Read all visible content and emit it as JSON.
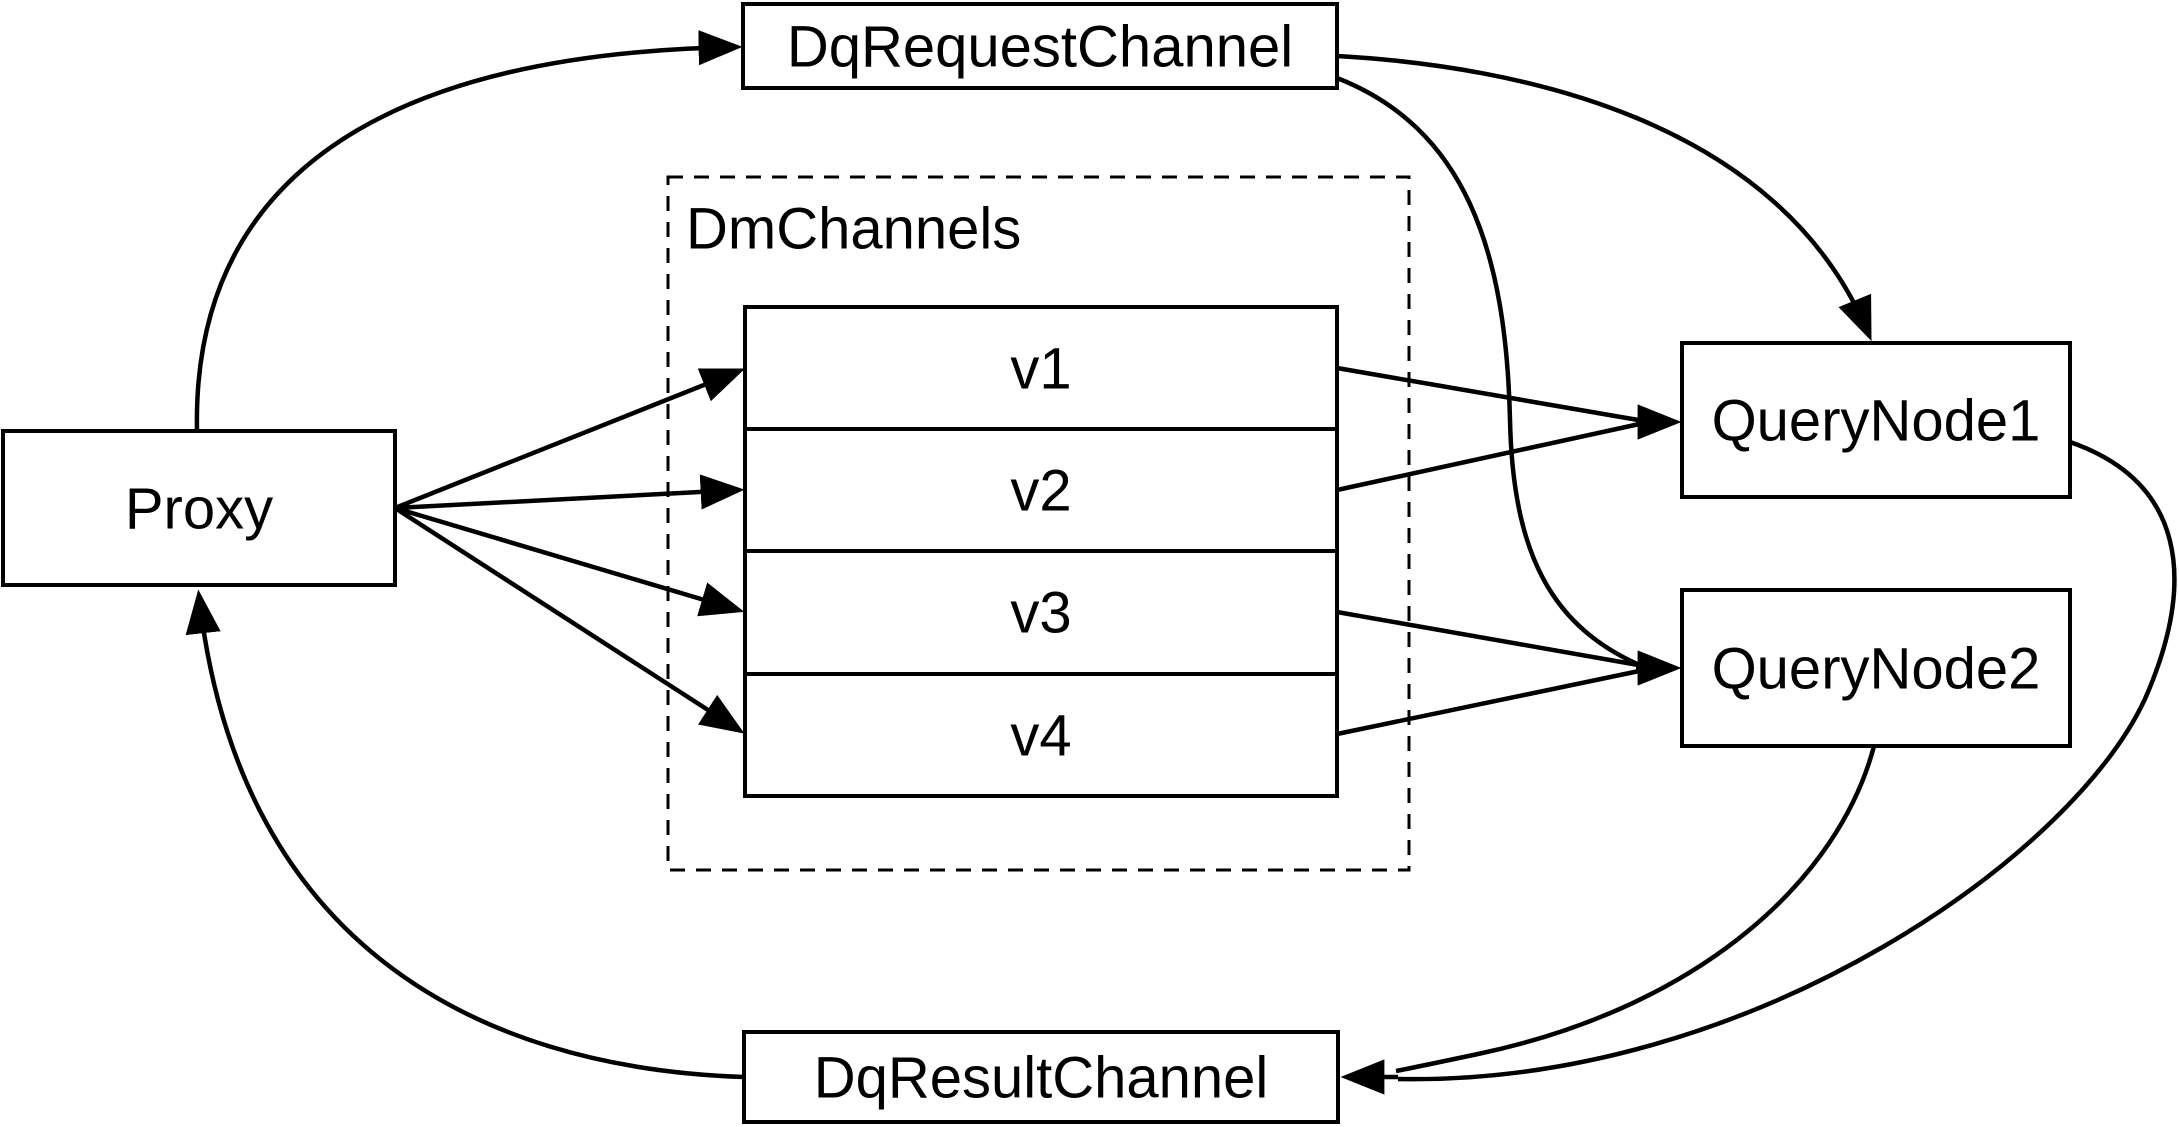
{
  "diagram": {
    "nodes": {
      "proxy": {
        "label": "Proxy"
      },
      "dq_request_channel": {
        "label": "DqRequestChannel"
      },
      "dm_channels": {
        "label": "DmChannels",
        "channels": [
          "v1",
          "v2",
          "v3",
          "v4"
        ]
      },
      "query_node_1": {
        "label": "QueryNode1"
      },
      "query_node_2": {
        "label": "QueryNode2"
      },
      "dq_result_channel": {
        "label": "DqResultChannel"
      }
    },
    "edges": [
      {
        "from": "Proxy",
        "to": "DqRequestChannel"
      },
      {
        "from": "Proxy",
        "to": "v1"
      },
      {
        "from": "Proxy",
        "to": "v2"
      },
      {
        "from": "Proxy",
        "to": "v3"
      },
      {
        "from": "Proxy",
        "to": "v4"
      },
      {
        "from": "v1",
        "to": "QueryNode1"
      },
      {
        "from": "v2",
        "to": "QueryNode1"
      },
      {
        "from": "v3",
        "to": "QueryNode2"
      },
      {
        "from": "v4",
        "to": "QueryNode2"
      },
      {
        "from": "DqRequestChannel",
        "to": "QueryNode1"
      },
      {
        "from": "DqRequestChannel",
        "to": "QueryNode2"
      },
      {
        "from": "QueryNode1",
        "to": "DqResultChannel"
      },
      {
        "from": "QueryNode2",
        "to": "DqResultChannel"
      },
      {
        "from": "DqResultChannel",
        "to": "Proxy"
      }
    ],
    "colors": {
      "line": "#000000",
      "text": "#000000",
      "box_fill": "#ffffff",
      "background": "#ffffff"
    }
  }
}
